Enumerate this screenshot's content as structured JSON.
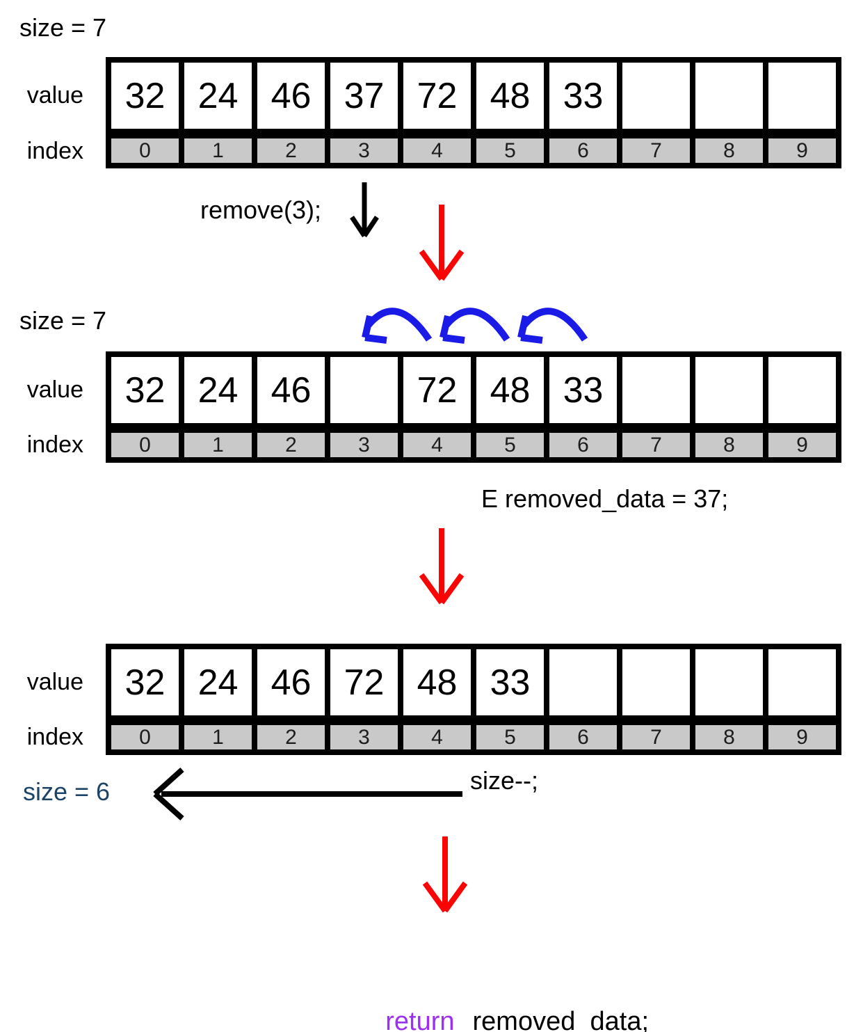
{
  "palette": {
    "red": "#f90505",
    "blue": "#1b1be8",
    "purple": "#9d2ff2",
    "navy": "#1c4468",
    "index_bg": "#c9c9c9",
    "border": "#000000"
  },
  "row_labels": {
    "value": "value",
    "index": "index"
  },
  "indices": [
    "0",
    "1",
    "2",
    "3",
    "4",
    "5",
    "6",
    "7",
    "8",
    "9"
  ],
  "step1": {
    "size_label": "size = 7",
    "values": [
      "32",
      "24",
      "46",
      "37",
      "72",
      "48",
      "33",
      "",
      "",
      ""
    ]
  },
  "step2": {
    "size_label": "size = 7",
    "values": [
      "32",
      "24",
      "46",
      "",
      "72",
      "48",
      "33",
      "",
      "",
      ""
    ]
  },
  "step3": {
    "size_label": "size = 6",
    "values": [
      "32",
      "24",
      "46",
      "72",
      "48",
      "33",
      "",
      "",
      "",
      ""
    ]
  },
  "annotations": {
    "remove_call": "remove(3);",
    "removed_assignment": "E removed_data = 37;",
    "size_decrement": "size--;",
    "return_keyword": "return",
    "return_expression": "removed_data;"
  }
}
